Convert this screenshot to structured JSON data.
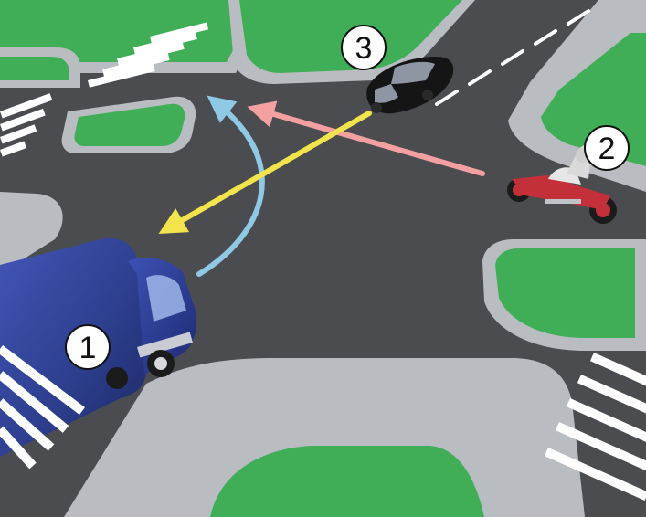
{
  "vehicles": [
    {
      "id": "1",
      "label": "1",
      "kind": "truck"
    },
    {
      "id": "2",
      "label": "2",
      "kind": "motorcycle"
    },
    {
      "id": "3",
      "label": "3",
      "kind": "car"
    }
  ],
  "paths": [
    {
      "vehicle": "1",
      "color": "#8ec9e6",
      "maneuver": "left-turn"
    },
    {
      "vehicle": "2",
      "color": "#f4a0a0",
      "maneuver": "straight"
    },
    {
      "vehicle": "3",
      "color": "#f2e44a",
      "maneuver": "straight"
    }
  ],
  "colors": {
    "road": "#4a4c50",
    "sidewalk": "#b9bcc1",
    "grass": "#3fae57",
    "crosswalk": "#ffffff",
    "truck": "#2d3f8e",
    "car": "#151515",
    "motorcycle": "#c4303a"
  }
}
